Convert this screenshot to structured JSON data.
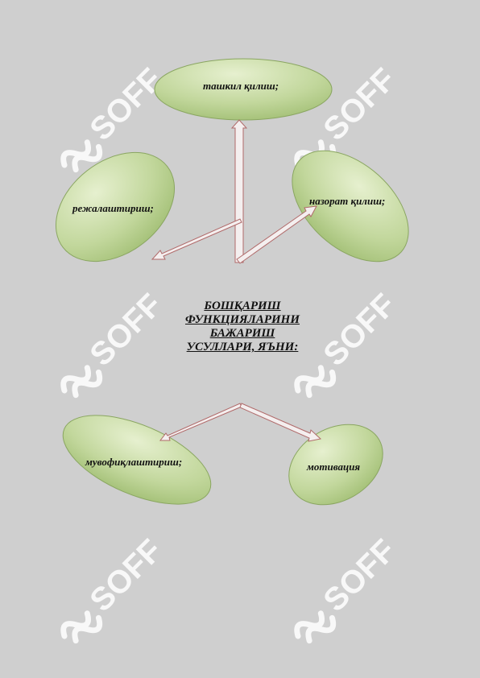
{
  "watermark": {
    "text": "SOFF",
    "color": "#ffffff"
  },
  "diagram": {
    "center_lines": [
      "БОШҚАРИШ",
      "ФУНКЦИЯЛАРИНИ",
      "БАЖАРИШ",
      "УСУЛЛАРИ, ЯЪНИ:"
    ],
    "nodes": {
      "top": "ташкил қилиш;",
      "left": "режалаштириш;",
      "right": "назорат қилиш;",
      "bottom_left": "мувофиқлаштириш;",
      "bottom_right": "мотивация"
    },
    "colors": {
      "ellipse_fill_light": "#e3eecb",
      "ellipse_fill_dark": "#a6c17a",
      "ellipse_stroke": "#8aa661",
      "arrow_stroke": "#b06a6a",
      "arrow_fill": "#f4efef"
    }
  }
}
